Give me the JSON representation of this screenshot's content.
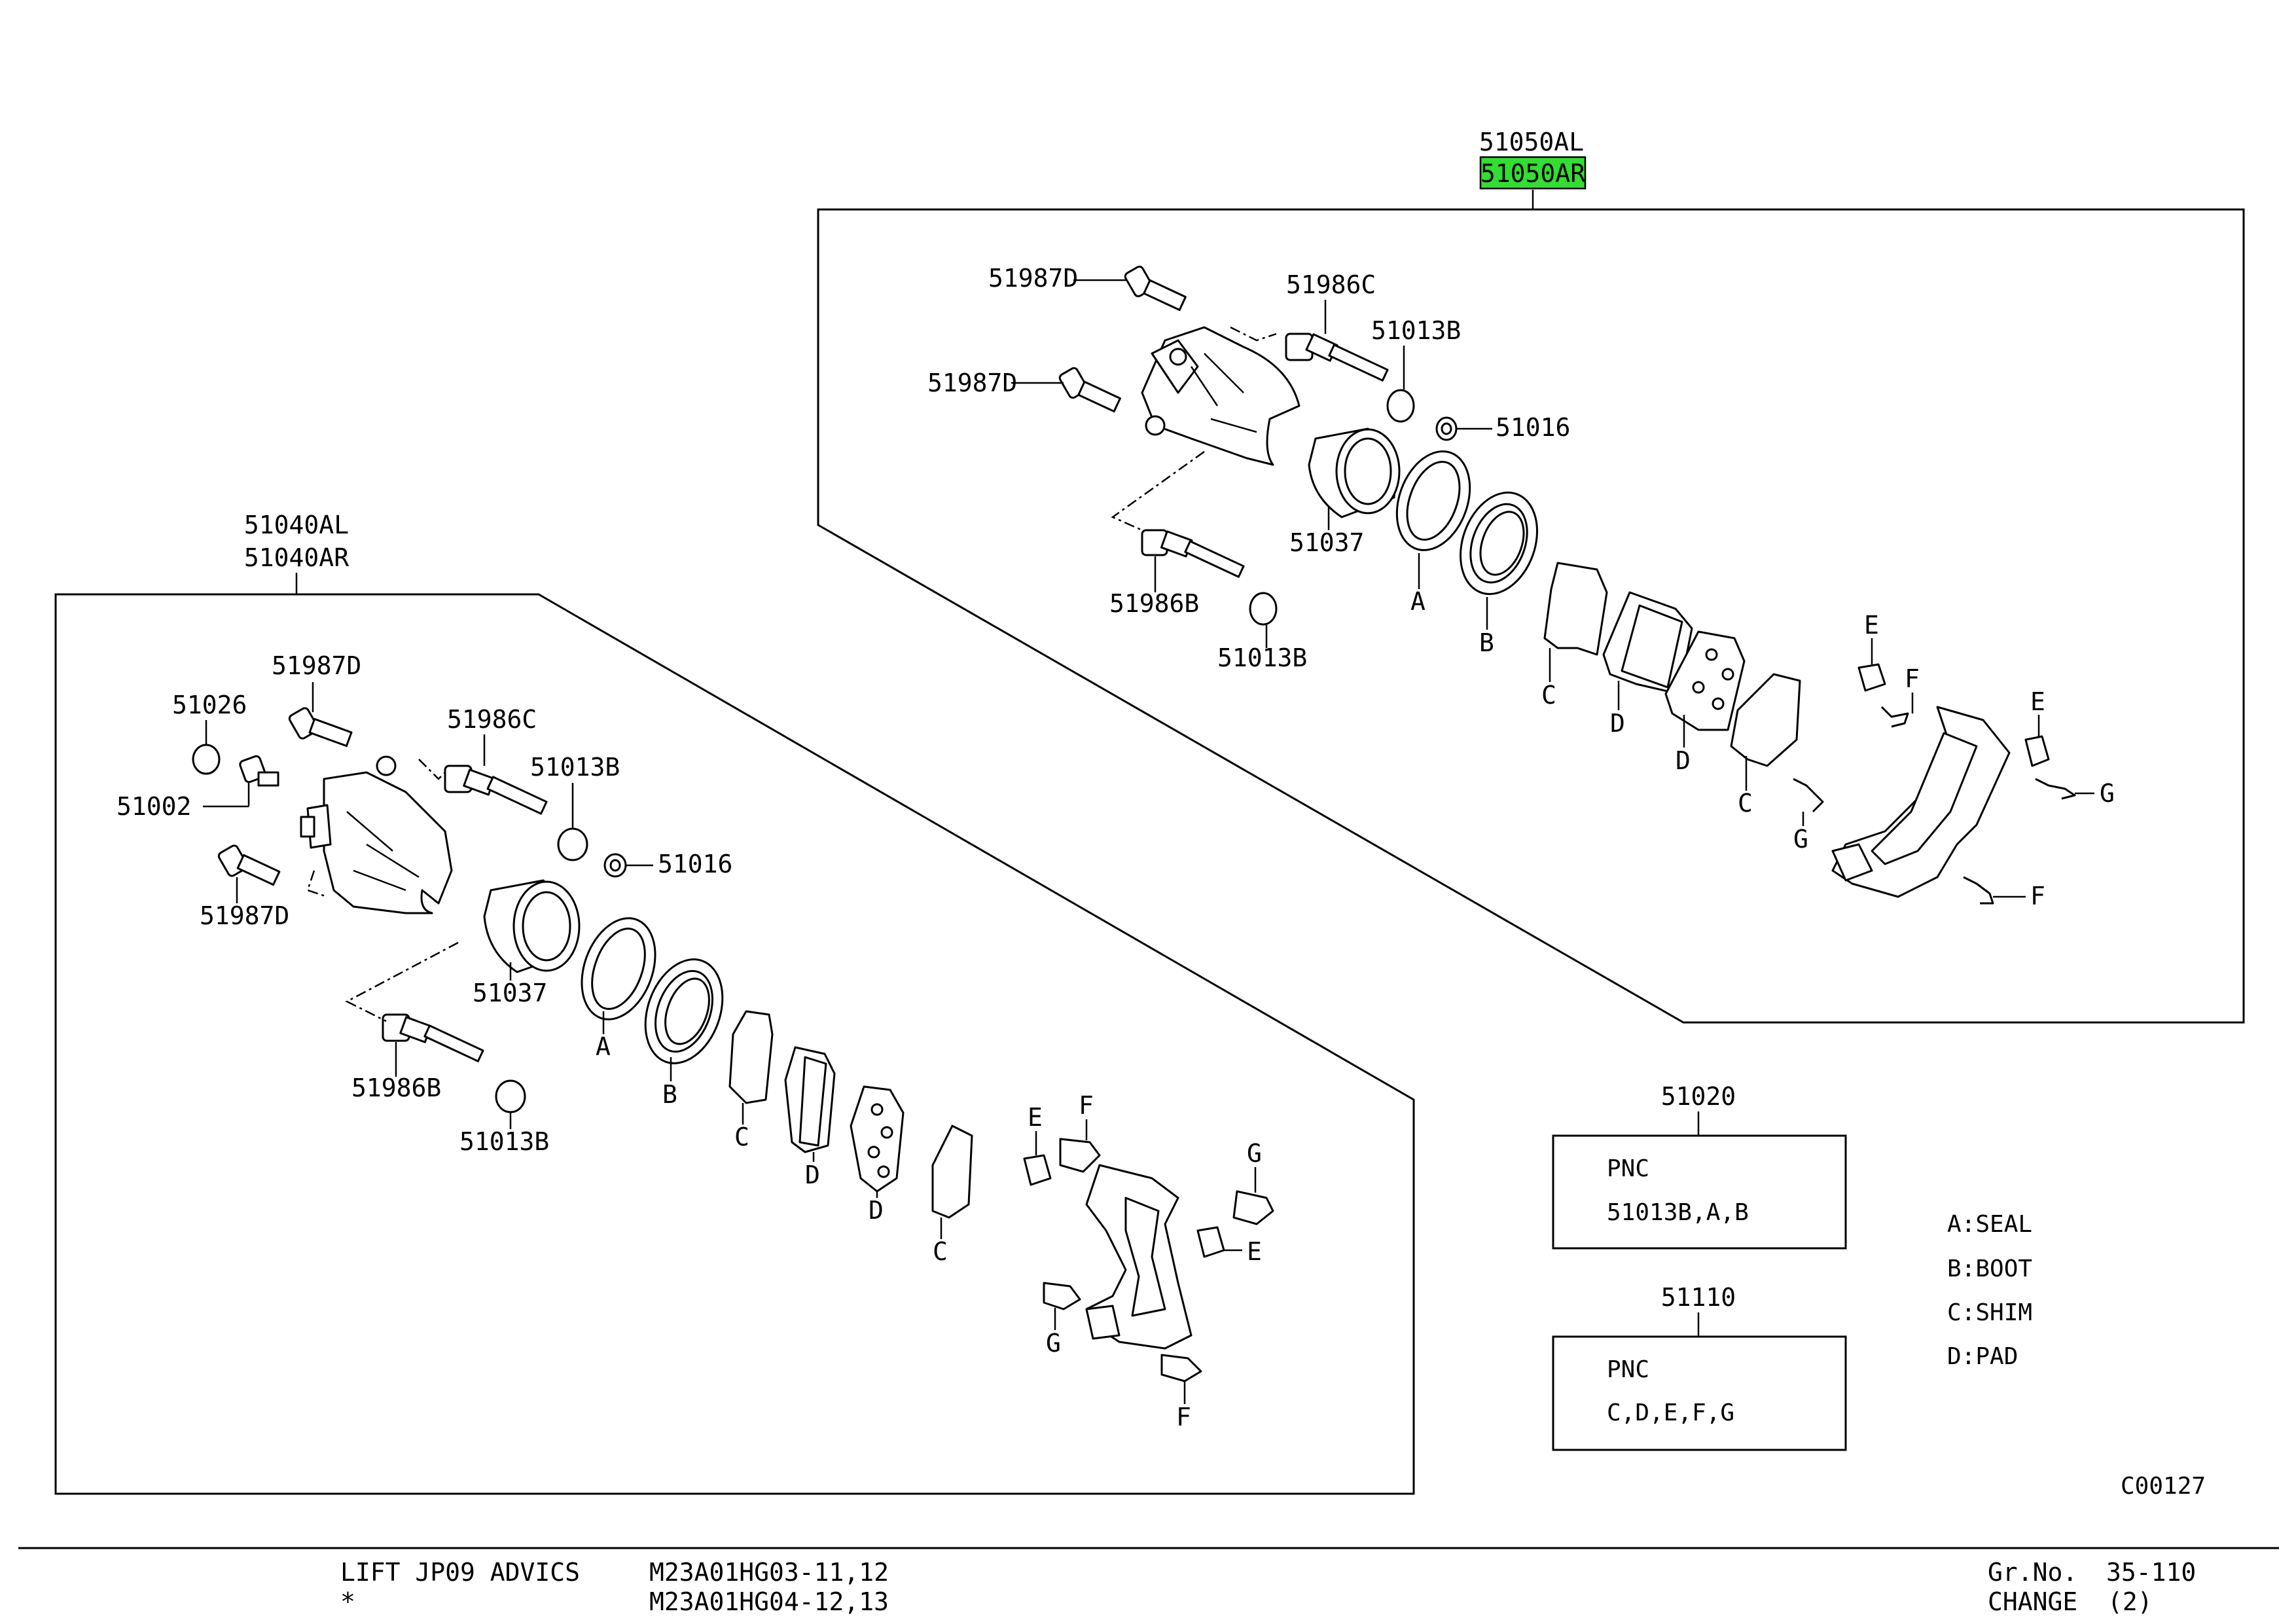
{
  "colors": {
    "highlight": "#33dd33",
    "ink": "#000000",
    "background": "#ffffff"
  },
  "assemblies": {
    "left": {
      "pnc_1": "51040AL",
      "pnc_2": "51040AR"
    },
    "right": {
      "pnc_1": "51050AL",
      "pnc_2": "51050AR",
      "highlighted": "51050AR"
    }
  },
  "labels": {
    "p51987D": "51987D",
    "p51986C": "51986C",
    "p51013B": "51013B",
    "p51016": "51016",
    "p51037": "51037",
    "p51986B": "51986B",
    "p51026": "51026",
    "p51002": "51002",
    "A": "A",
    "B": "B",
    "C": "C",
    "D": "D",
    "E": "E",
    "F": "F",
    "G": "G"
  },
  "kits": [
    {
      "pnc": "51020",
      "title": "PNC",
      "contents": "51013B,A,B"
    },
    {
      "pnc": "51110",
      "title": "PNC",
      "contents": "C,D,E,F,G"
    }
  ],
  "legend": [
    "A:SEAL",
    "B:BOOT",
    "C:SHIM",
    "D:PAD"
  ],
  "illustration_code": "C00127",
  "footer": {
    "left_line1": "LIFT JP09 ADVICS",
    "left_line2": "*",
    "codes_line1": "M23A01HG03-11,12",
    "codes_line2": "M23A01HG04-12,13",
    "grno_label": "Gr.No.",
    "grno_value": "35-110",
    "change_label": "CHANGE",
    "change_value": "(2)"
  }
}
